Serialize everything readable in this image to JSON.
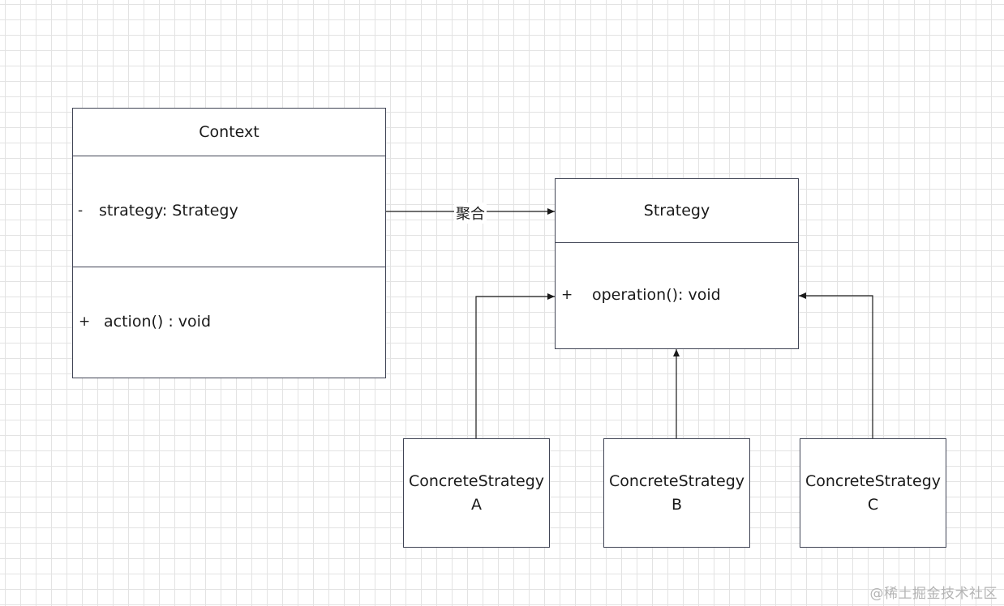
{
  "diagram": {
    "context_class": {
      "name": "Context",
      "attribute": {
        "visibility": "-",
        "text": "strategy: Strategy"
      },
      "method": {
        "visibility": "+",
        "text": "action() : void"
      }
    },
    "strategy_class": {
      "name": "Strategy",
      "method": {
        "visibility": "+",
        "text": "operation(): void"
      }
    },
    "aggregation_label": "聚合",
    "concrete_strategies": [
      {
        "line1": "ConcreteStrategy",
        "line2": "A"
      },
      {
        "line1": "ConcreteStrategy",
        "line2": "B"
      },
      {
        "line1": "ConcreteStrategy",
        "line2": "C"
      }
    ]
  },
  "watermark": "@稀土掘金技术社区",
  "colors": {
    "line": "#1a1a1a",
    "border": "#404455",
    "grid": "#e3e3e3",
    "watermark": "#b4b4b4"
  }
}
